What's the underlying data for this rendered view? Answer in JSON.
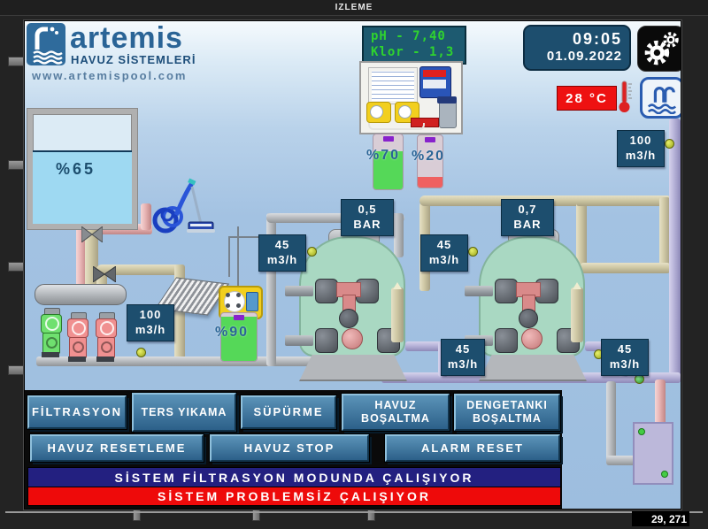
{
  "window": {
    "title": "IZLEME",
    "cursor_coords": "29, 271"
  },
  "logo": {
    "brand": "artemis",
    "tagline": "HAVUZ SİSTEMLERİ",
    "website": "www.artemispool.com"
  },
  "water_quality": {
    "ph": "pH - 7,40",
    "chlorine": "Klor - 1,3"
  },
  "clock": {
    "time": "09:05",
    "date": "01.09.2022"
  },
  "temperature": {
    "value": "28 °C"
  },
  "levels": {
    "balance_tank": "%65",
    "chem_tank_1": "%70",
    "chem_tank_2": "%20",
    "chem_tank_3": "%90"
  },
  "flow_labels": [
    {
      "value": "100",
      "unit": "m3/h"
    },
    {
      "value": "45",
      "unit": "m3/h"
    },
    {
      "value": "45",
      "unit": "m3/h"
    },
    {
      "value": "100",
      "unit": "m3/h"
    },
    {
      "value": "45",
      "unit": "m3/h"
    },
    {
      "value": "45",
      "unit": "m3/h"
    }
  ],
  "pressure_labels": [
    {
      "value": "0,5",
      "unit": "BAR"
    },
    {
      "value": "0,7",
      "unit": "BAR"
    }
  ],
  "buttons": {
    "row1": [
      "FİLTRASYON",
      "TERS YIKAMA",
      "SÜPÜRME",
      "HAVUZ BOŞALTMA",
      "DENGETANKI BOŞALTMA"
    ],
    "row2": [
      "HAVUZ RESETLEME",
      "HAVUZ STOP",
      "ALARM RESET"
    ]
  },
  "status": {
    "mode_message": "SİSTEM FİLTRASYON MODUNDA ÇALIŞIYOR",
    "health_message": "SİSTEM PROBLEMSİZ ÇALIŞIYOR"
  },
  "colors": {
    "tag_bg": "#1d4e6e",
    "mode_bar_bg": "#232080",
    "health_bar_bg": "#ee0a0a",
    "temp_bg": "#ee1111",
    "ph_text": "#2fd32f",
    "running_pump": "#6fe06f",
    "stopped_pump": "#f09090"
  }
}
